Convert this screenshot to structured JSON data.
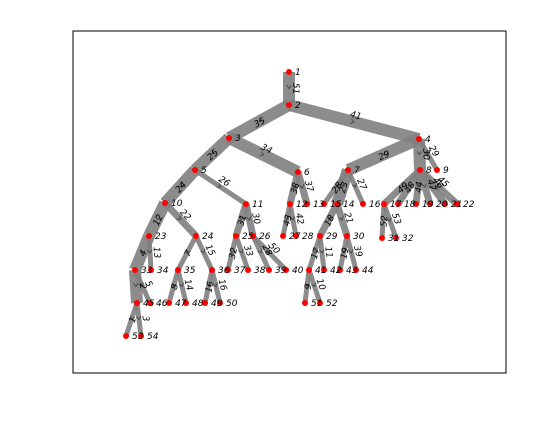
{
  "diagram": {
    "type": "directed-graph-tree",
    "colors": {
      "node": "#ff0000",
      "edge": "#808080",
      "edge_label": "#000000",
      "node_label": "#000000",
      "frame": "#000000"
    },
    "nodes": [
      {
        "id": "1",
        "label": "1"
      },
      {
        "id": "2",
        "label": "2"
      },
      {
        "id": "3",
        "label": "3"
      },
      {
        "id": "4",
        "label": "4"
      },
      {
        "id": "5",
        "label": "5"
      },
      {
        "id": "6",
        "label": "6"
      },
      {
        "id": "7",
        "label": "7"
      },
      {
        "id": "8",
        "label": "8"
      },
      {
        "id": "9",
        "label": "9"
      },
      {
        "id": "10",
        "label": "10"
      },
      {
        "id": "11",
        "label": "11"
      },
      {
        "id": "12",
        "label": "12"
      },
      {
        "id": "13",
        "label": "13"
      },
      {
        "id": "14",
        "label": "14"
      },
      {
        "id": "15",
        "label": "15"
      },
      {
        "id": "16",
        "label": "16"
      },
      {
        "id": "17",
        "label": "17"
      },
      {
        "id": "18",
        "label": "18"
      },
      {
        "id": "19",
        "label": "19"
      },
      {
        "id": "20",
        "label": "20"
      },
      {
        "id": "21",
        "label": "21"
      },
      {
        "id": "22",
        "label": "22"
      },
      {
        "id": "23",
        "label": "23"
      },
      {
        "id": "24",
        "label": "24"
      },
      {
        "id": "25",
        "label": "25"
      },
      {
        "id": "26",
        "label": "26"
      },
      {
        "id": "27",
        "label": "27"
      },
      {
        "id": "28",
        "label": "28"
      },
      {
        "id": "29",
        "label": "29"
      },
      {
        "id": "30",
        "label": "30"
      },
      {
        "id": "31",
        "label": "31"
      },
      {
        "id": "32",
        "label": "32"
      },
      {
        "id": "33",
        "label": "33"
      },
      {
        "id": "34",
        "label": "34"
      },
      {
        "id": "35",
        "label": "35"
      },
      {
        "id": "36",
        "label": "36"
      },
      {
        "id": "37",
        "label": "37"
      },
      {
        "id": "38",
        "label": "38"
      },
      {
        "id": "39",
        "label": "39"
      },
      {
        "id": "40",
        "label": "40"
      },
      {
        "id": "41",
        "label": "41"
      },
      {
        "id": "42",
        "label": "42"
      },
      {
        "id": "43",
        "label": "43"
      },
      {
        "id": "44",
        "label": "44"
      },
      {
        "id": "45",
        "label": "45"
      },
      {
        "id": "46",
        "label": "46"
      },
      {
        "id": "47",
        "label": "47"
      },
      {
        "id": "48",
        "label": "48"
      },
      {
        "id": "49",
        "label": "49"
      },
      {
        "id": "50",
        "label": "50"
      },
      {
        "id": "51",
        "label": "51"
      },
      {
        "id": "52",
        "label": "52"
      },
      {
        "id": "53",
        "label": "53"
      },
      {
        "id": "54",
        "label": "54"
      }
    ],
    "edges": [
      {
        "from": "1",
        "to": "2",
        "label": "51"
      },
      {
        "from": "2",
        "to": "3",
        "label": "35"
      },
      {
        "from": "2",
        "to": "4",
        "label": "41"
      },
      {
        "from": "3",
        "to": "5",
        "label": "25"
      },
      {
        "from": "3",
        "to": "6",
        "label": "34"
      },
      {
        "from": "4",
        "to": "7",
        "label": "29"
      },
      {
        "from": "4",
        "to": "8",
        "label": "30"
      },
      {
        "from": "4",
        "to": "9",
        "label": "29"
      },
      {
        "from": "5",
        "to": "10",
        "label": "24"
      },
      {
        "from": "5",
        "to": "11",
        "label": "26"
      },
      {
        "from": "6",
        "to": "12",
        "label": "38"
      },
      {
        "from": "6",
        "to": "13",
        "label": "37"
      },
      {
        "from": "7",
        "to": "14",
        "label": "23"
      },
      {
        "from": "7",
        "to": "15",
        "label": "28"
      },
      {
        "from": "7",
        "to": "16",
        "label": "27"
      },
      {
        "from": "8",
        "to": "17",
        "label": "49"
      },
      {
        "from": "8",
        "to": "18",
        "label": "48"
      },
      {
        "from": "8",
        "to": "19",
        "label": "44"
      },
      {
        "from": "8",
        "to": "20",
        "label": "47"
      },
      {
        "from": "8",
        "to": "21",
        "label": "46"
      },
      {
        "from": "8",
        "to": "22",
        "label": "45"
      },
      {
        "from": "10",
        "to": "23",
        "label": "12"
      },
      {
        "from": "10",
        "to": "24",
        "label": "22"
      },
      {
        "from": "11",
        "to": "25",
        "label": "31"
      },
      {
        "from": "11",
        "to": "26",
        "label": "30"
      },
      {
        "from": "12",
        "to": "27",
        "label": "43"
      },
      {
        "from": "12",
        "to": "28",
        "label": "42"
      },
      {
        "from": "14",
        "to": "29",
        "label": "18"
      },
      {
        "from": "14",
        "to": "30",
        "label": "21"
      },
      {
        "from": "17",
        "to": "31",
        "label": "52"
      },
      {
        "from": "17",
        "to": "32",
        "label": "53"
      },
      {
        "from": "23",
        "to": "33",
        "label": "4"
      },
      {
        "from": "23",
        "to": "34",
        "label": "13"
      },
      {
        "from": "24",
        "to": "35",
        "label": "7"
      },
      {
        "from": "24",
        "to": "36",
        "label": "15"
      },
      {
        "from": "25",
        "to": "37",
        "label": "32"
      },
      {
        "from": "25",
        "to": "38",
        "label": "33"
      },
      {
        "from": "26",
        "to": "39",
        "label": "28"
      },
      {
        "from": "26",
        "to": "40",
        "label": "50"
      },
      {
        "from": "29",
        "to": "41",
        "label": "17"
      },
      {
        "from": "29",
        "to": "42",
        "label": "11"
      },
      {
        "from": "30",
        "to": "43",
        "label": "19"
      },
      {
        "from": "30",
        "to": "44",
        "label": "39"
      },
      {
        "from": "33",
        "to": "45",
        "label": "2"
      },
      {
        "from": "33",
        "to": "46",
        "label": "5"
      },
      {
        "from": "35",
        "to": "47",
        "label": "8"
      },
      {
        "from": "35",
        "to": "48",
        "label": "14"
      },
      {
        "from": "36",
        "to": "49",
        "label": "16"
      },
      {
        "from": "36",
        "to": "50",
        "label": "16"
      },
      {
        "from": "41",
        "to": "51",
        "label": "9"
      },
      {
        "from": "41",
        "to": "52",
        "label": "10"
      },
      {
        "from": "45",
        "to": "53",
        "label": "1"
      },
      {
        "from": "45",
        "to": "54",
        "label": "3"
      }
    ]
  }
}
